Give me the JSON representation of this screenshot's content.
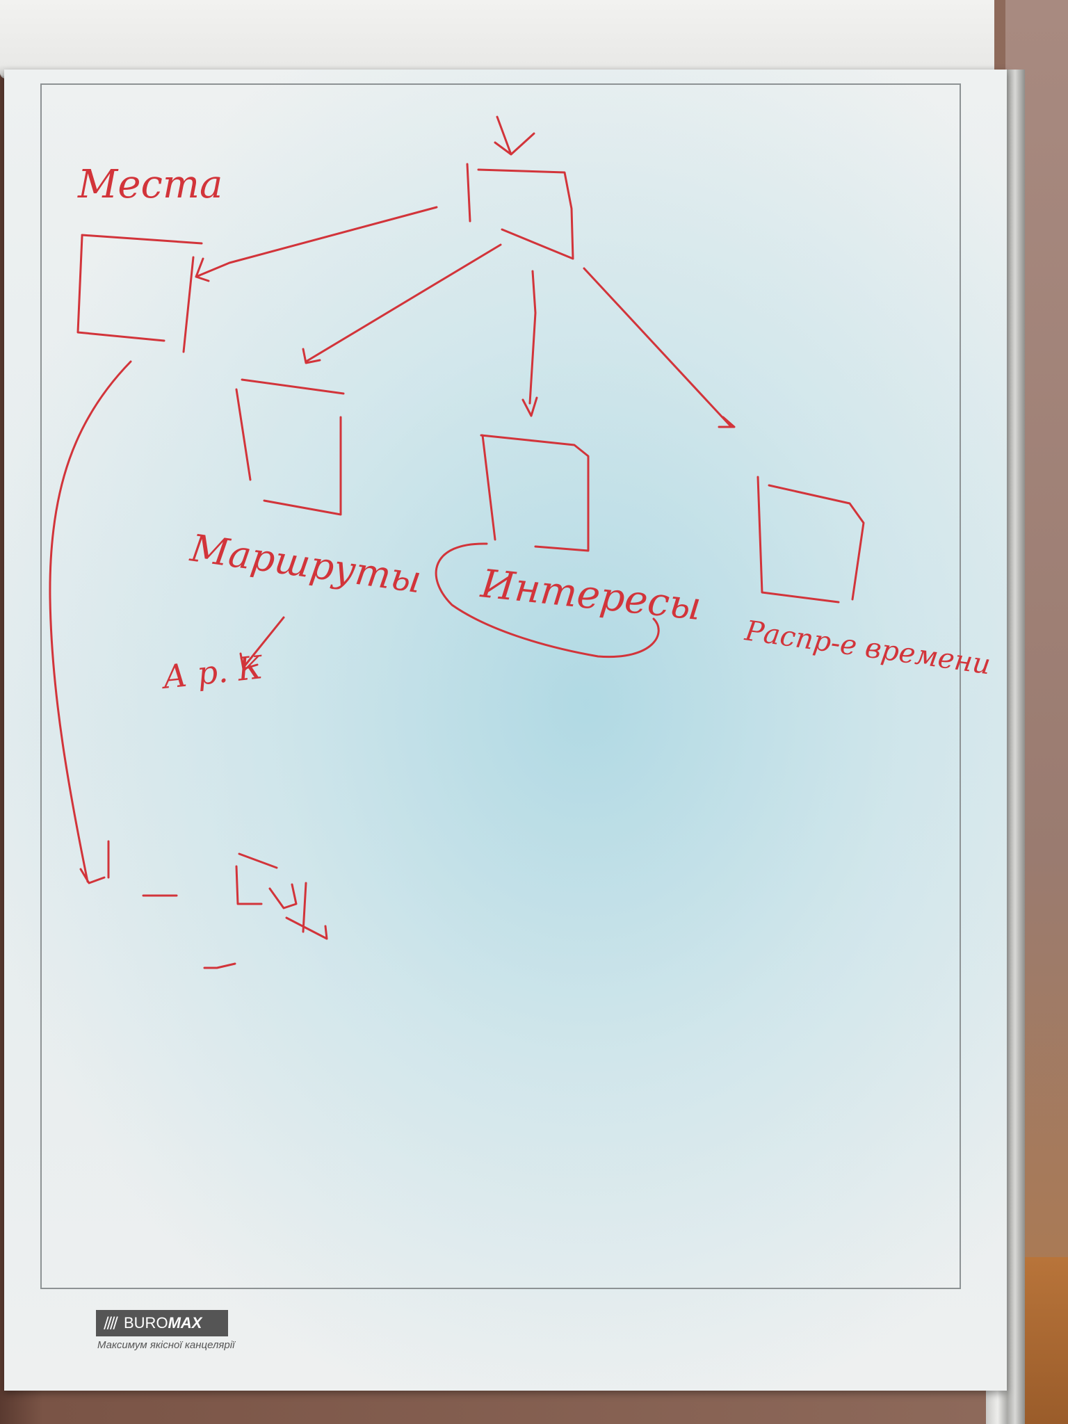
{
  "labels": {
    "cities": "Места",
    "routes": "Маршруты",
    "interests": "Интересы",
    "time": "Распр-е времени",
    "misc": "А р. К"
  },
  "brand": {
    "name_light": "BURO",
    "name_bold": "MAX",
    "tagline": "Максимум якісної канцелярії"
  },
  "colors": {
    "marker": "#d2343a",
    "paper": "#eef1f1",
    "brand_bg": "#555555"
  }
}
